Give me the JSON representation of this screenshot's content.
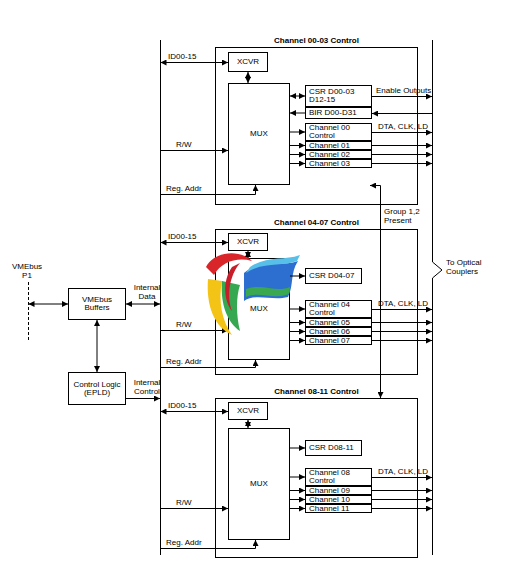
{
  "diagram": {
    "nodes": [
      {
        "text": [
          "Channel 00-03 Control"
        ]
      },
      {
        "text": [
          "XCVR"
        ],
        "in": 0
      },
      {
        "text": [
          "MUX"
        ],
        "in": 0
      },
      {
        "text": [
          "CSR D00-03 D12-15"
        ],
        "in": 0
      },
      {
        "text": [
          "BIR D00-D31"
        ],
        "in": 0
      },
      {
        "text": [
          "Channel 00 Control"
        ],
        "in": 0
      },
      {
        "text": [
          "Channel 01"
        ],
        "in": 0
      },
      {
        "text": [
          "Channel 02"
        ],
        "in": 0
      },
      {
        "text": [
          "Channel 03"
        ],
        "in": 0
      },
      {
        "text": [
          "Channel 04-07 Control"
        ]
      },
      {
        "text": [
          "XCVR"
        ],
        "in": 9
      },
      {
        "text": [
          "MUX"
        ],
        "in": 9
      },
      {
        "text": [
          "CSR D04-07"
        ],
        "in": 9
      },
      {
        "text": [
          "Channel 04 Control"
        ],
        "in": 9
      },
      {
        "text": [
          "Channel 05"
        ],
        "in": 9
      },
      {
        "text": [
          "Channel 06"
        ],
        "in": 9
      },
      {
        "text": [
          "Channel 07"
        ],
        "in": 9
      },
      {
        "text": [
          "Channel 08-11 Control"
        ]
      },
      {
        "text": [
          "XCVR"
        ],
        "in": 17
      },
      {
        "text": [
          "MUX"
        ],
        "in": 17
      },
      {
        "text": [
          "CSR D08-11"
        ],
        "in": 17
      },
      {
        "text": [
          "Channel 08 Control"
        ],
        "in": 17
      },
      {
        "text": [
          "Channel 09"
        ],
        "in": 17
      },
      {
        "text": [
          "Channel 10"
        ],
        "in": 17
      },
      {
        "text": [
          "Channel 11"
        ],
        "in": 17
      },
      {
        "text": [
          "VMEbus Buffers"
        ]
      },
      {
        "text": [
          "Control Logic (EPLD)"
        ]
      }
    ],
    "edges": [
      {
        "from": 1,
        "to": 2,
        "arrow": "both"
      },
      {
        "from": 2,
        "to": 3,
        "arrow": "both"
      },
      {
        "from": 4,
        "to": 2,
        "arrow": "to"
      },
      {
        "from": 2,
        "to": 5,
        "arrow": "to"
      },
      {
        "from": 2,
        "to": 6,
        "arrow": "to"
      },
      {
        "from": 2,
        "to": 7,
        "arrow": "to"
      },
      {
        "from": 2,
        "to": 8,
        "arrow": "to"
      },
      {
        "from": 10,
        "to": 11,
        "arrow": "both"
      },
      {
        "from": 11,
        "to": 12,
        "arrow": "to"
      },
      {
        "from": 11,
        "to": 13,
        "arrow": "to"
      },
      {
        "from": 11,
        "to": 14,
        "arrow": "to"
      },
      {
        "from": 11,
        "to": 15,
        "arrow": "to"
      },
      {
        "from": 11,
        "to": 16,
        "arrow": "to"
      },
      {
        "from": 18,
        "to": 19,
        "arrow": "both"
      },
      {
        "from": 19,
        "to": 20,
        "arrow": "to"
      },
      {
        "from": 19,
        "to": 21,
        "arrow": "to"
      },
      {
        "from": 19,
        "to": 22,
        "arrow": "to"
      },
      {
        "from": 19,
        "to": 23,
        "arrow": "to"
      },
      {
        "from": 19,
        "to": 24,
        "arrow": "to"
      },
      {
        "from": 25,
        "to": 26,
        "arrow": "both"
      }
    ],
    "labels": [
      "VMEbus P1",
      "Internal Data",
      "Internal Control",
      "ID00-15",
      "R/W",
      "Reg. Addr",
      "Enable Outputs",
      "DTA, CLK, LD",
      "Group 1,2 Present",
      "To Optical Couplers",
      "ID00-15",
      "R/W",
      "Reg. Addr",
      "DTA, CLK, LD",
      "ID00-15",
      "R/W",
      "Reg. Addr",
      "DTA, CLK, LD"
    ]
  }
}
